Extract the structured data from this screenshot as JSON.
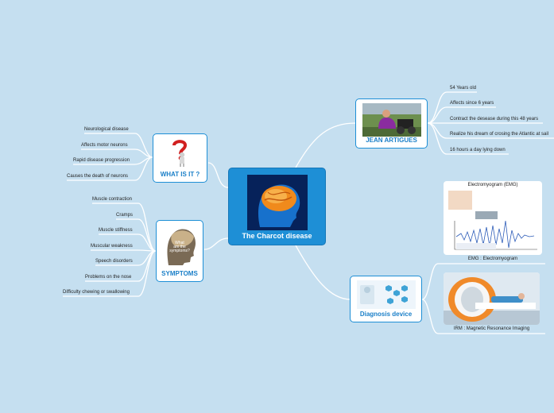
{
  "central": {
    "title": "The Charcot disease"
  },
  "what_is_it": {
    "label": "WHAT IS IT ?",
    "items": [
      "Neurological disease",
      "Affects motor neurons",
      "Rapid disease progression",
      "Causes the death of neurons"
    ]
  },
  "symptoms": {
    "label": "SYMPTOMS",
    "image_text": [
      "What",
      "are the",
      "symptoms?"
    ],
    "items": [
      "Muscle contraction",
      "Cramps",
      "Muscle stiffness",
      "Muscular weakness",
      "Speech disorders",
      "Problems on the nose",
      "Difficulty chewing or swallowing"
    ]
  },
  "jean_artigues": {
    "label": "JEAN ARTIGUES",
    "items": [
      "54 Years old",
      "Affects since 6 years",
      "Contract the desease during this 48 years",
      "Realize his dream of crosing the Atlantic at sail",
      "16 hours a day lying down"
    ]
  },
  "diagnosis": {
    "label": "Diagnosis device",
    "emg": {
      "title": "Electromyogram (EMG)",
      "caption": "EMG : Electromyogram"
    },
    "irm": {
      "caption": "IRM : Magnetic Resonance Imaging"
    }
  },
  "colors": {
    "background": "#c5dff0",
    "accent": "#1e8fd6",
    "link": "#ffffff"
  }
}
